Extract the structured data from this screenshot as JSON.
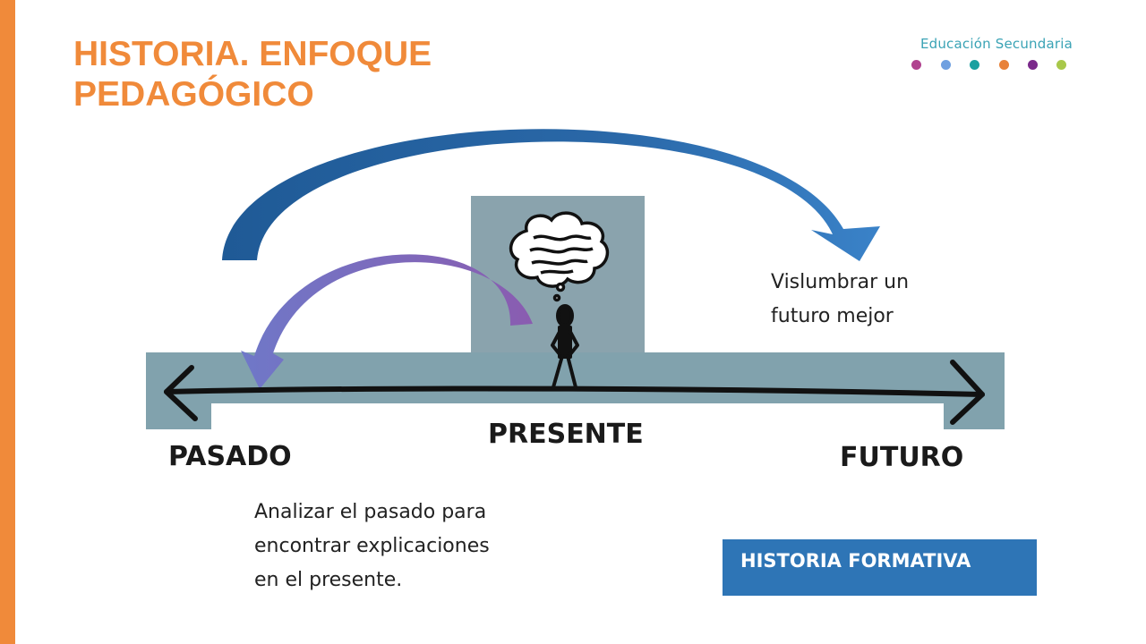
{
  "slide": {
    "title_lines": [
      "HISTORIA. ENFOQUE",
      "PEDAGÓGICO"
    ],
    "brand": "Educación Secundaria"
  },
  "colors": {
    "accent_orange": "#f08a3a",
    "brand_text": "#3aa3b5",
    "dots": [
      "#b0428f",
      "#6fa0e0",
      "#1aa0a0",
      "#e8823a",
      "#7b2a8b",
      "#a8c84a"
    ],
    "timeline_band": "#81a2ad",
    "presente_panel": "#8aa3ad",
    "future_arrow": "#2e6fb0",
    "past_arrow": "#7a62b8",
    "badge_bg": "#2e75b6"
  },
  "diagram": {
    "presente_label": "PRESENTE",
    "pasado_label": "PASADO",
    "futuro_label": "FUTURO",
    "future_note_lines": [
      "Vislumbrar un",
      "futuro mejor"
    ],
    "past_note_lines": [
      "Analizar el pasado para",
      "encontrar explicaciones",
      "en el presente."
    ],
    "badge_label": "HISTORIA FORMATIVA",
    "icons": [
      "stick-figure-icon",
      "thought-bubble-icon",
      "future-curved-arrow-icon",
      "past-curved-arrow-icon",
      "timeline-double-arrow-icon"
    ]
  }
}
